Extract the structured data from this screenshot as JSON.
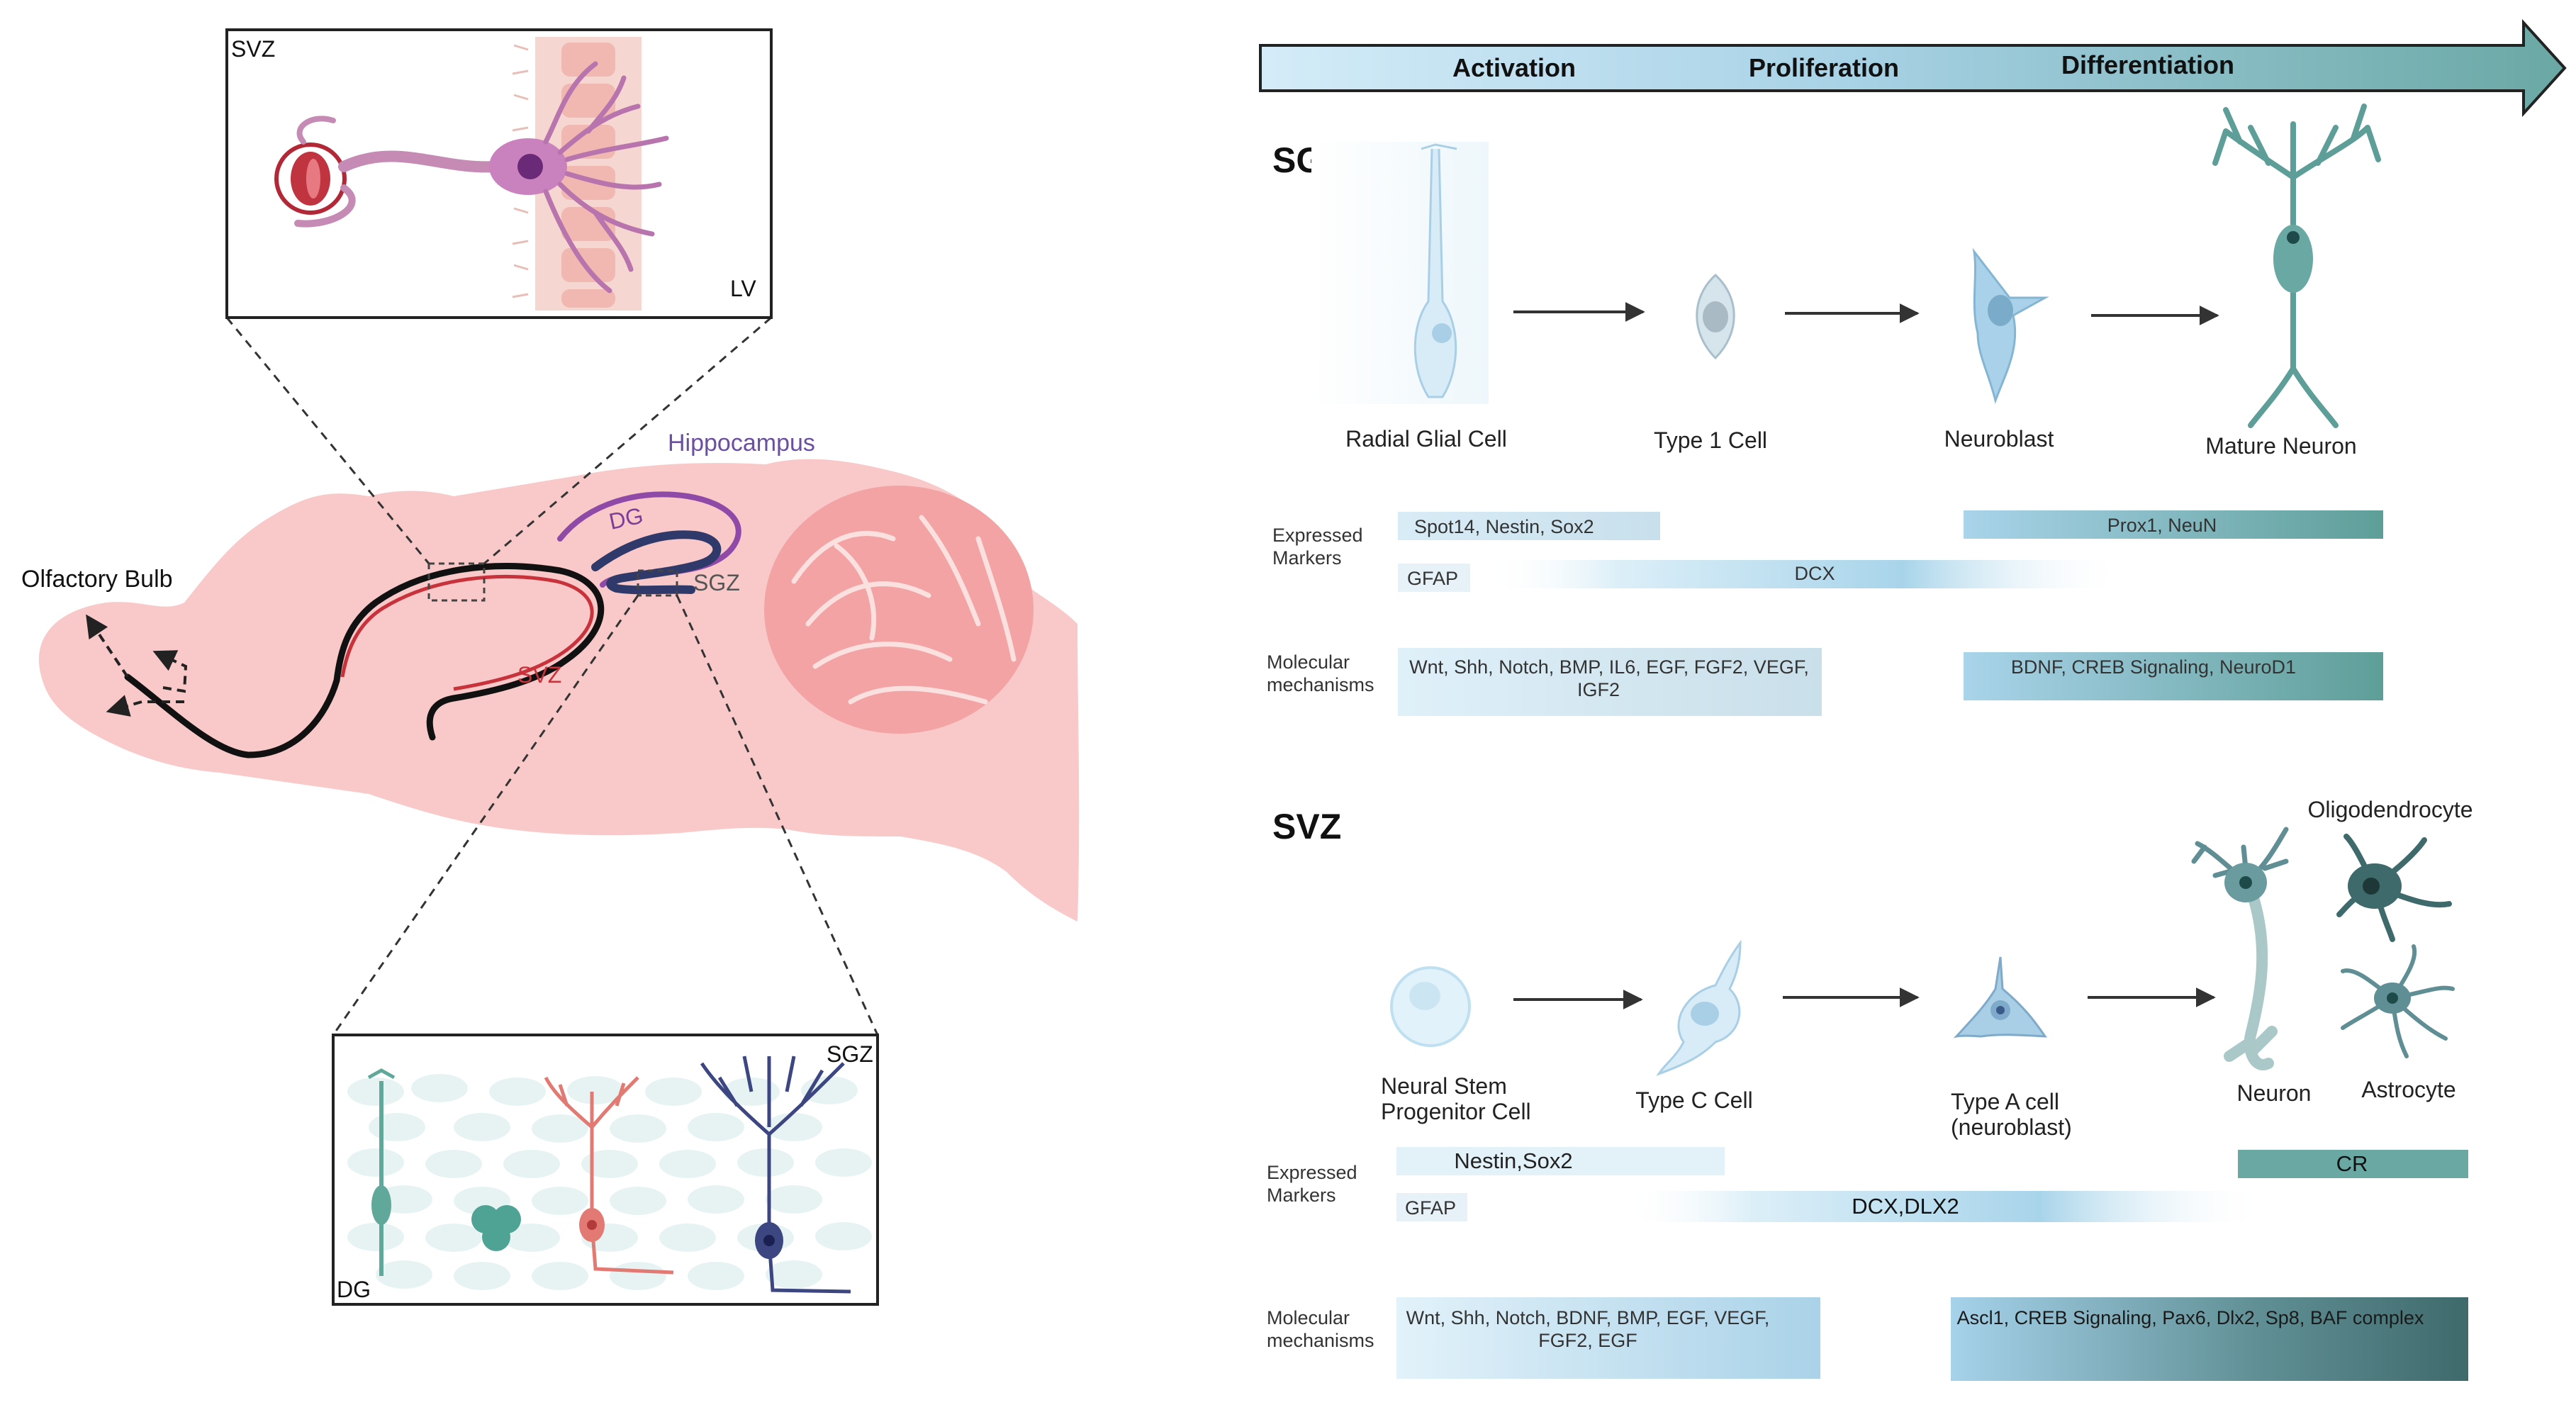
{
  "labels": {
    "svz_inset": "SVZ",
    "lv": "LV",
    "hippocampus": "Hippocampus",
    "dg": "DG",
    "sgz": "SGZ",
    "olfactory_bulb": "Olfactory Bulb",
    "svz": "SVZ",
    "sgz_inset": "SGZ",
    "dg_inset": "DG"
  },
  "timeline": {
    "stages": [
      "Activation",
      "Proliferation",
      "Differentiation"
    ]
  },
  "sgz_panel": {
    "title": "SGZ",
    "cells": [
      "Radial Glial Cell",
      "Type 1 Cell",
      "Neuroblast",
      "Mature Neuron"
    ],
    "markers_label": [
      "Expressed",
      "Markers"
    ],
    "markers": {
      "early": "Spot14, Nestin, Sox2",
      "gfap": "GFAP",
      "dcx": "DCX",
      "late": "Prox1, NeuN"
    },
    "mechanisms_label": [
      "Molecular",
      "mechanisms"
    ],
    "mechanisms": {
      "early": [
        "Wnt, Shh, Notch, BMP, IL6, EGF, FGF2, VEGF,",
        "IGF2"
      ],
      "late": "BDNF, CREB Signaling, NeuroD1"
    }
  },
  "svz_panel": {
    "title": "SVZ",
    "cells": {
      "nspc": [
        "Neural Stem",
        "Progenitor Cell"
      ],
      "type_c": "Type C Cell",
      "type_a": [
        "Type A cell",
        "(neuroblast)"
      ],
      "neuron": "Neuron",
      "astrocyte": "Astrocyte",
      "oligodendrocyte": "Oligodendrocyte"
    },
    "markers_label": [
      "Expressed",
      "Markers"
    ],
    "markers": {
      "early": "Nestin,Sox2",
      "gfap": "GFAP",
      "dcx": "DCX,DLX2",
      "late": "CR"
    },
    "mechanisms_label": [
      "Molecular",
      "mechanisms"
    ],
    "mechanisms": {
      "early": [
        "Wnt, Shh, Notch, BDNF, BMP, EGF, VEGF,",
        "FGF2, EGF"
      ],
      "late": "Ascl1, CREB Signaling, Pax6, Dlx2, Sp8, BAF complex"
    }
  }
}
